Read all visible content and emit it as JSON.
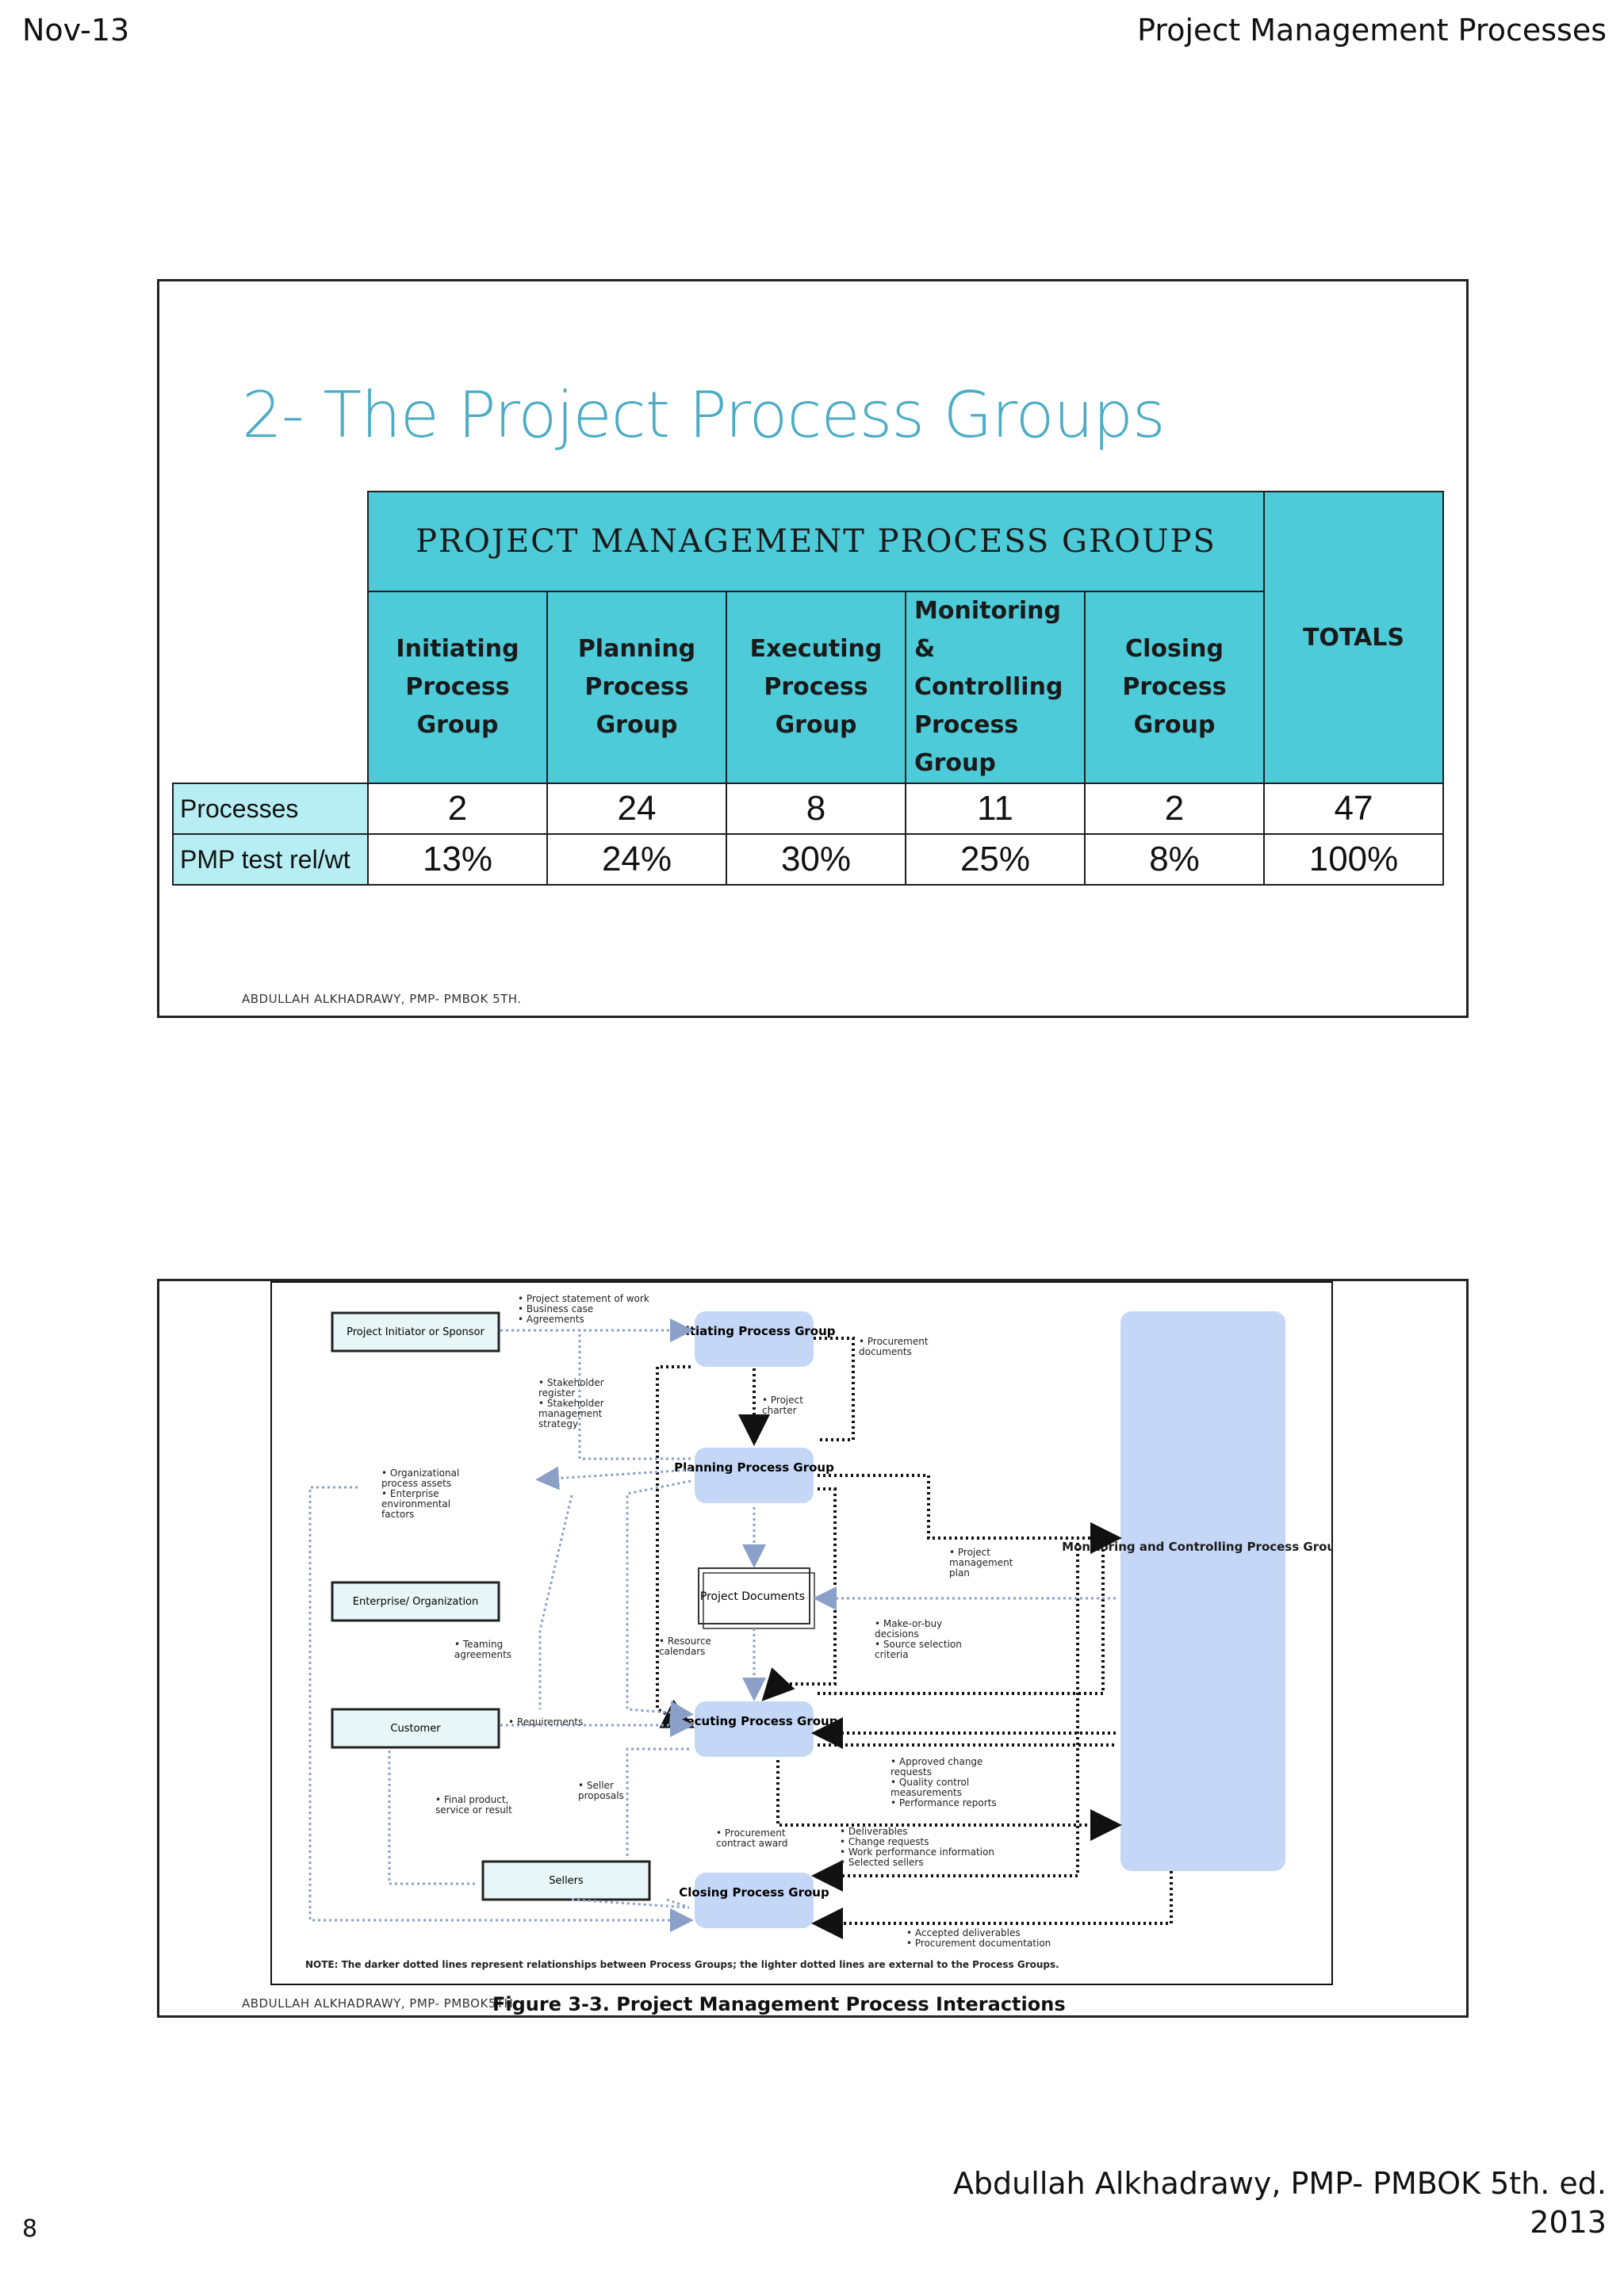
{
  "header": {
    "left": "Nov-13",
    "right": "Project Management Processes"
  },
  "slide1": {
    "title": "2- The Project Process Groups",
    "table": {
      "group_heading": "PROJECT MANAGEMENT PROCESS GROUPS",
      "totals_heading": "TOTALS",
      "columns": [
        {
          "line1": "Initiating",
          "line2": "Process Group"
        },
        {
          "line1": "Planning",
          "line2": "Process Group"
        },
        {
          "line1": "Executing",
          "line2": "Process Group"
        },
        {
          "line1": "Monitoring &",
          "line2": "Controlling",
          "line3": "Process Group"
        },
        {
          "line1": "Closing",
          "line2": "Process Group"
        }
      ],
      "rows": [
        {
          "label": "Processes",
          "values": [
            "2",
            "24",
            "8",
            "11",
            "2"
          ],
          "total": "47"
        },
        {
          "label": "PMP test rel/wt",
          "values": [
            "13%",
            "24%",
            "30%",
            "25%",
            "8%"
          ],
          "total": "100%"
        }
      ]
    },
    "credit": "ABDULLAH ALKHADRAWY, PMP- PMBOK 5TH."
  },
  "slide2": {
    "nodes": {
      "initiator": "Project Initiator or Sponsor",
      "enterprise": "Enterprise/ Organization",
      "customer": "Customer",
      "sellers": "Sellers",
      "initiating": "Initiating Process Group",
      "planning": "Planning Process Group",
      "executing": "Executing Process Group",
      "closing": "Closing Process Group",
      "monitoring": "Monitoring and Controlling Process Group",
      "documents": "Project Documents"
    },
    "labels": {
      "statement": [
        "• Project statement of work",
        "• Business case",
        "• Agreements"
      ],
      "stakeholder": [
        "• Stakeholder",
        "register",
        "• Stakeholder",
        "management",
        "strategy"
      ],
      "charter": [
        "• Project",
        "charter"
      ],
      "procurement_docs": [
        "• Procurement",
        "documents"
      ],
      "opa": [
        "• Organizational",
        "process assets",
        "• Enterprise",
        "environmental",
        "factors"
      ],
      "pm_plan": [
        "• Project",
        "management",
        "plan"
      ],
      "make_or_buy": [
        "• Make-or-buy",
        "decisions",
        "• Source selection",
        "criteria"
      ],
      "resource_cal": [
        "• Resource",
        "calendars"
      ],
      "teaming": [
        "• Teaming",
        "agreements"
      ],
      "requirements": "• Requirements",
      "approved": [
        "• Approved change",
        "requests",
        "• Quality control",
        "measurements",
        "• Performance reports"
      ],
      "seller_proposals": [
        "• Seller",
        "proposals"
      ],
      "final_product": [
        "• Final product,",
        "service or result"
      ],
      "contract_award": [
        "• Procurement",
        "contract award"
      ],
      "deliverables": [
        "• Deliverables",
        "• Change requests",
        "• Work performance information",
        "• Selected sellers"
      ],
      "accepted": [
        "• Accepted deliverables",
        "• Procurement documentation"
      ],
      "note": "NOTE: The darker dotted lines represent relationships between Process Groups; the lighter dotted lines are external to the Process Groups."
    },
    "credit": "ABDULLAH ALKHADRAWY, PMP- PMBOK5TH.",
    "caption": "Figure 3-3. Project Management Process Interactions"
  },
  "footer": {
    "right_line1": "Abdullah Alkhadrawy, PMP- PMBOK 5th. ed.",
    "right_line2": "2013",
    "left": "8"
  }
}
